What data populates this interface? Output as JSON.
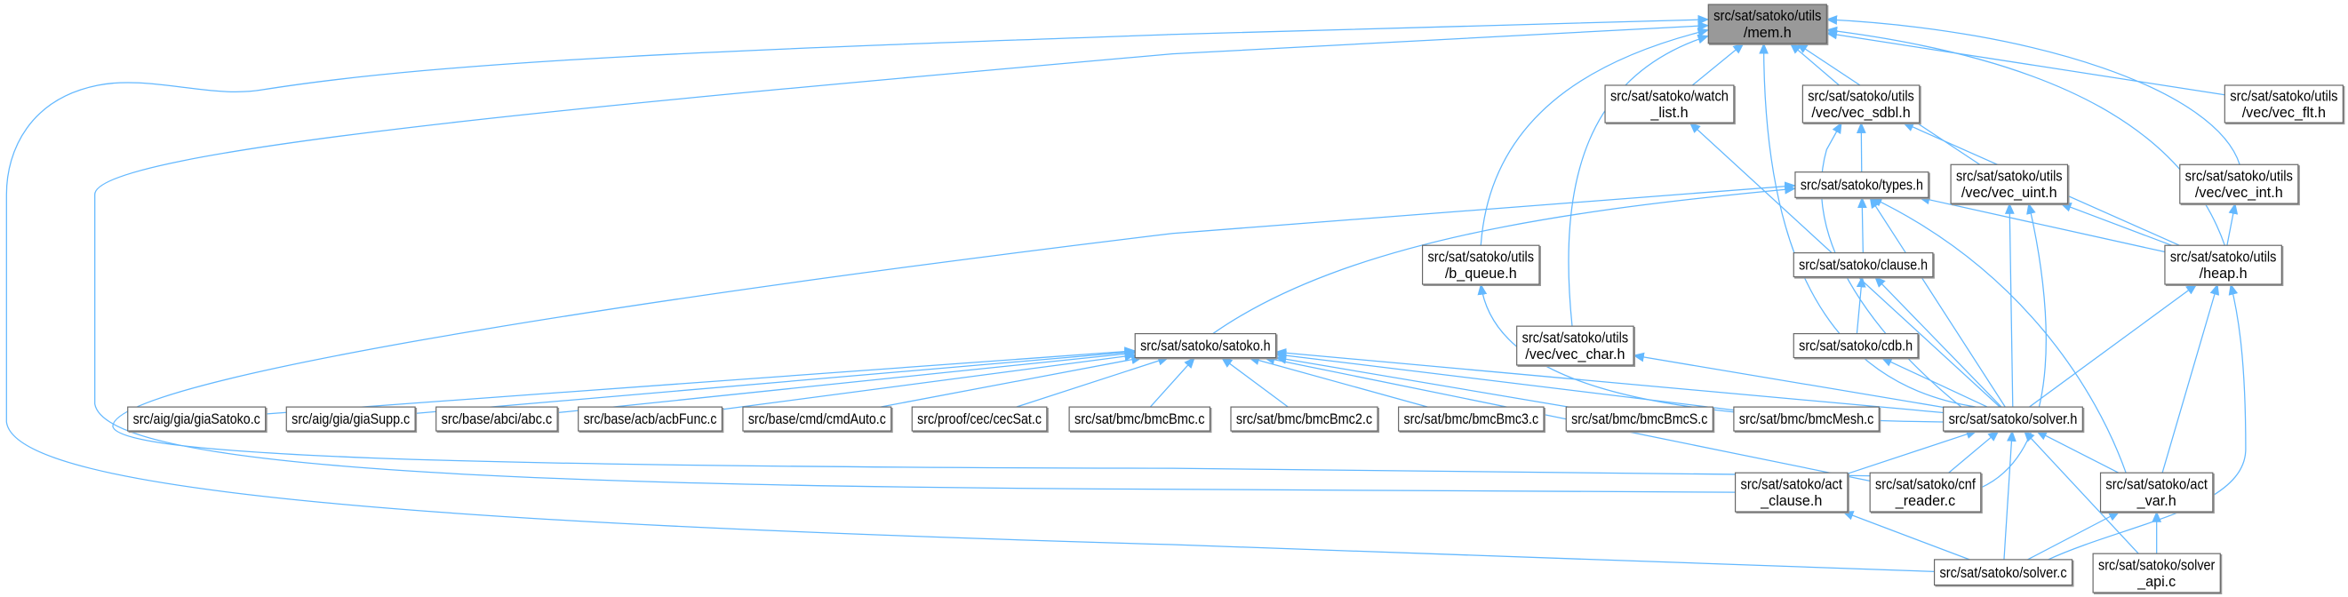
{
  "graph": {
    "edge_color": "#63b8ff",
    "current_fill": "#999999",
    "nodes": [
      {
        "id": "mem",
        "lines": [
          "src/sat/satoko/utils",
          "/mem.h"
        ],
        "current": true
      },
      {
        "id": "watch_list",
        "lines": [
          "src/sat/satoko/watch",
          "_list.h"
        ]
      },
      {
        "id": "vec_sdbl",
        "lines": [
          "src/sat/satoko/utils",
          "/vec/vec_sdbl.h"
        ]
      },
      {
        "id": "vec_flt",
        "lines": [
          "src/sat/satoko/utils",
          "/vec/vec_flt.h"
        ]
      },
      {
        "id": "types",
        "lines": [
          "src/sat/satoko/types.h"
        ]
      },
      {
        "id": "vec_uint",
        "lines": [
          "src/sat/satoko/utils",
          "/vec/vec_uint.h"
        ]
      },
      {
        "id": "vec_int",
        "lines": [
          "src/sat/satoko/utils",
          "/vec/vec_int.h"
        ]
      },
      {
        "id": "b_queue",
        "lines": [
          "src/sat/satoko/utils",
          "/b_queue.h"
        ]
      },
      {
        "id": "clause",
        "lines": [
          "src/sat/satoko/clause.h"
        ]
      },
      {
        "id": "heap",
        "lines": [
          "src/sat/satoko/utils",
          "/heap.h"
        ]
      },
      {
        "id": "satoko_h",
        "lines": [
          "src/sat/satoko/satoko.h"
        ]
      },
      {
        "id": "vec_char",
        "lines": [
          "src/sat/satoko/utils",
          "/vec/vec_char.h"
        ]
      },
      {
        "id": "cdb",
        "lines": [
          "src/sat/satoko/cdb.h"
        ]
      },
      {
        "id": "giaSatoko",
        "lines": [
          "src/aig/gia/giaSatoko.c"
        ]
      },
      {
        "id": "giaSupp",
        "lines": [
          "src/aig/gia/giaSupp.c"
        ]
      },
      {
        "id": "abc",
        "lines": [
          "src/base/abci/abc.c"
        ]
      },
      {
        "id": "acbFunc",
        "lines": [
          "src/base/acb/acbFunc.c"
        ]
      },
      {
        "id": "cmdAuto",
        "lines": [
          "src/base/cmd/cmdAuto.c"
        ]
      },
      {
        "id": "cecSat",
        "lines": [
          "src/proof/cec/cecSat.c"
        ]
      },
      {
        "id": "bmcBmc",
        "lines": [
          "src/sat/bmc/bmcBmc.c"
        ]
      },
      {
        "id": "bmcBmc2",
        "lines": [
          "src/sat/bmc/bmcBmc2.c"
        ]
      },
      {
        "id": "bmcBmc3",
        "lines": [
          "src/sat/bmc/bmcBmc3.c"
        ]
      },
      {
        "id": "bmcBmcS",
        "lines": [
          "src/sat/bmc/bmcBmcS.c"
        ]
      },
      {
        "id": "bmcMesh",
        "lines": [
          "src/sat/bmc/bmcMesh.c"
        ]
      },
      {
        "id": "solver_h",
        "lines": [
          "src/sat/satoko/solver.h"
        ]
      },
      {
        "id": "act_clause",
        "lines": [
          "src/sat/satoko/act",
          "_clause.h"
        ]
      },
      {
        "id": "cnf_reader",
        "lines": [
          "src/sat/satoko/cnf",
          "_reader.c"
        ]
      },
      {
        "id": "act_var",
        "lines": [
          "src/sat/satoko/act",
          "_var.h"
        ]
      },
      {
        "id": "solver_c",
        "lines": [
          "src/sat/satoko/solver.c"
        ]
      },
      {
        "id": "solver_api",
        "lines": [
          "src/sat/satoko/solver",
          "_api.c"
        ]
      }
    ],
    "edges": [
      [
        "watch_list",
        "mem"
      ],
      [
        "vec_sdbl",
        "mem"
      ],
      [
        "vec_flt",
        "mem"
      ],
      [
        "vec_uint",
        "mem"
      ],
      [
        "vec_int",
        "mem"
      ],
      [
        "heap",
        "mem"
      ],
      [
        "b_queue",
        "mem"
      ],
      [
        "vec_char",
        "mem"
      ],
      [
        "solver_h",
        "mem"
      ],
      [
        "act_clause",
        "mem"
      ],
      [
        "solver_c",
        "mem"
      ],
      [
        "types",
        "vec_sdbl"
      ],
      [
        "heap",
        "vec_sdbl"
      ],
      [
        "solver_h",
        "vec_sdbl"
      ],
      [
        "solver_h",
        "watch_list"
      ],
      [
        "satoko_h",
        "types"
      ],
      [
        "clause",
        "types"
      ],
      [
        "heap",
        "types"
      ],
      [
        "solver_h",
        "types"
      ],
      [
        "act_var",
        "types"
      ],
      [
        "cnf_reader",
        "types"
      ],
      [
        "solver_h",
        "vec_uint"
      ],
      [
        "heap",
        "vec_uint"
      ],
      [
        "cnf_reader",
        "vec_uint"
      ],
      [
        "heap",
        "vec_int"
      ],
      [
        "solver_h",
        "heap"
      ],
      [
        "act_var",
        "heap"
      ],
      [
        "solver_c",
        "heap"
      ],
      [
        "cdb",
        "clause"
      ],
      [
        "solver_h",
        "clause"
      ],
      [
        "solver_h",
        "cdb"
      ],
      [
        "solver_h",
        "vec_char"
      ],
      [
        "solver_h",
        "b_queue"
      ],
      [
        "giaSatoko",
        "satoko_h"
      ],
      [
        "giaSupp",
        "satoko_h"
      ],
      [
        "abc",
        "satoko_h"
      ],
      [
        "acbFunc",
        "satoko_h"
      ],
      [
        "cmdAuto",
        "satoko_h"
      ],
      [
        "cecSat",
        "satoko_h"
      ],
      [
        "bmcBmc",
        "satoko_h"
      ],
      [
        "bmcBmc2",
        "satoko_h"
      ],
      [
        "bmcBmc3",
        "satoko_h"
      ],
      [
        "bmcBmcS",
        "satoko_h"
      ],
      [
        "bmcMesh",
        "satoko_h"
      ],
      [
        "solver_h",
        "satoko_h"
      ],
      [
        "cnf_reader",
        "satoko_h"
      ],
      [
        "act_clause",
        "solver_h"
      ],
      [
        "cnf_reader",
        "solver_h"
      ],
      [
        "act_var",
        "solver_h"
      ],
      [
        "solver_c",
        "solver_h"
      ],
      [
        "solver_api",
        "solver_h"
      ],
      [
        "solver_c",
        "act_clause"
      ],
      [
        "solver_c",
        "act_var"
      ],
      [
        "solver_api",
        "act_var"
      ]
    ]
  }
}
